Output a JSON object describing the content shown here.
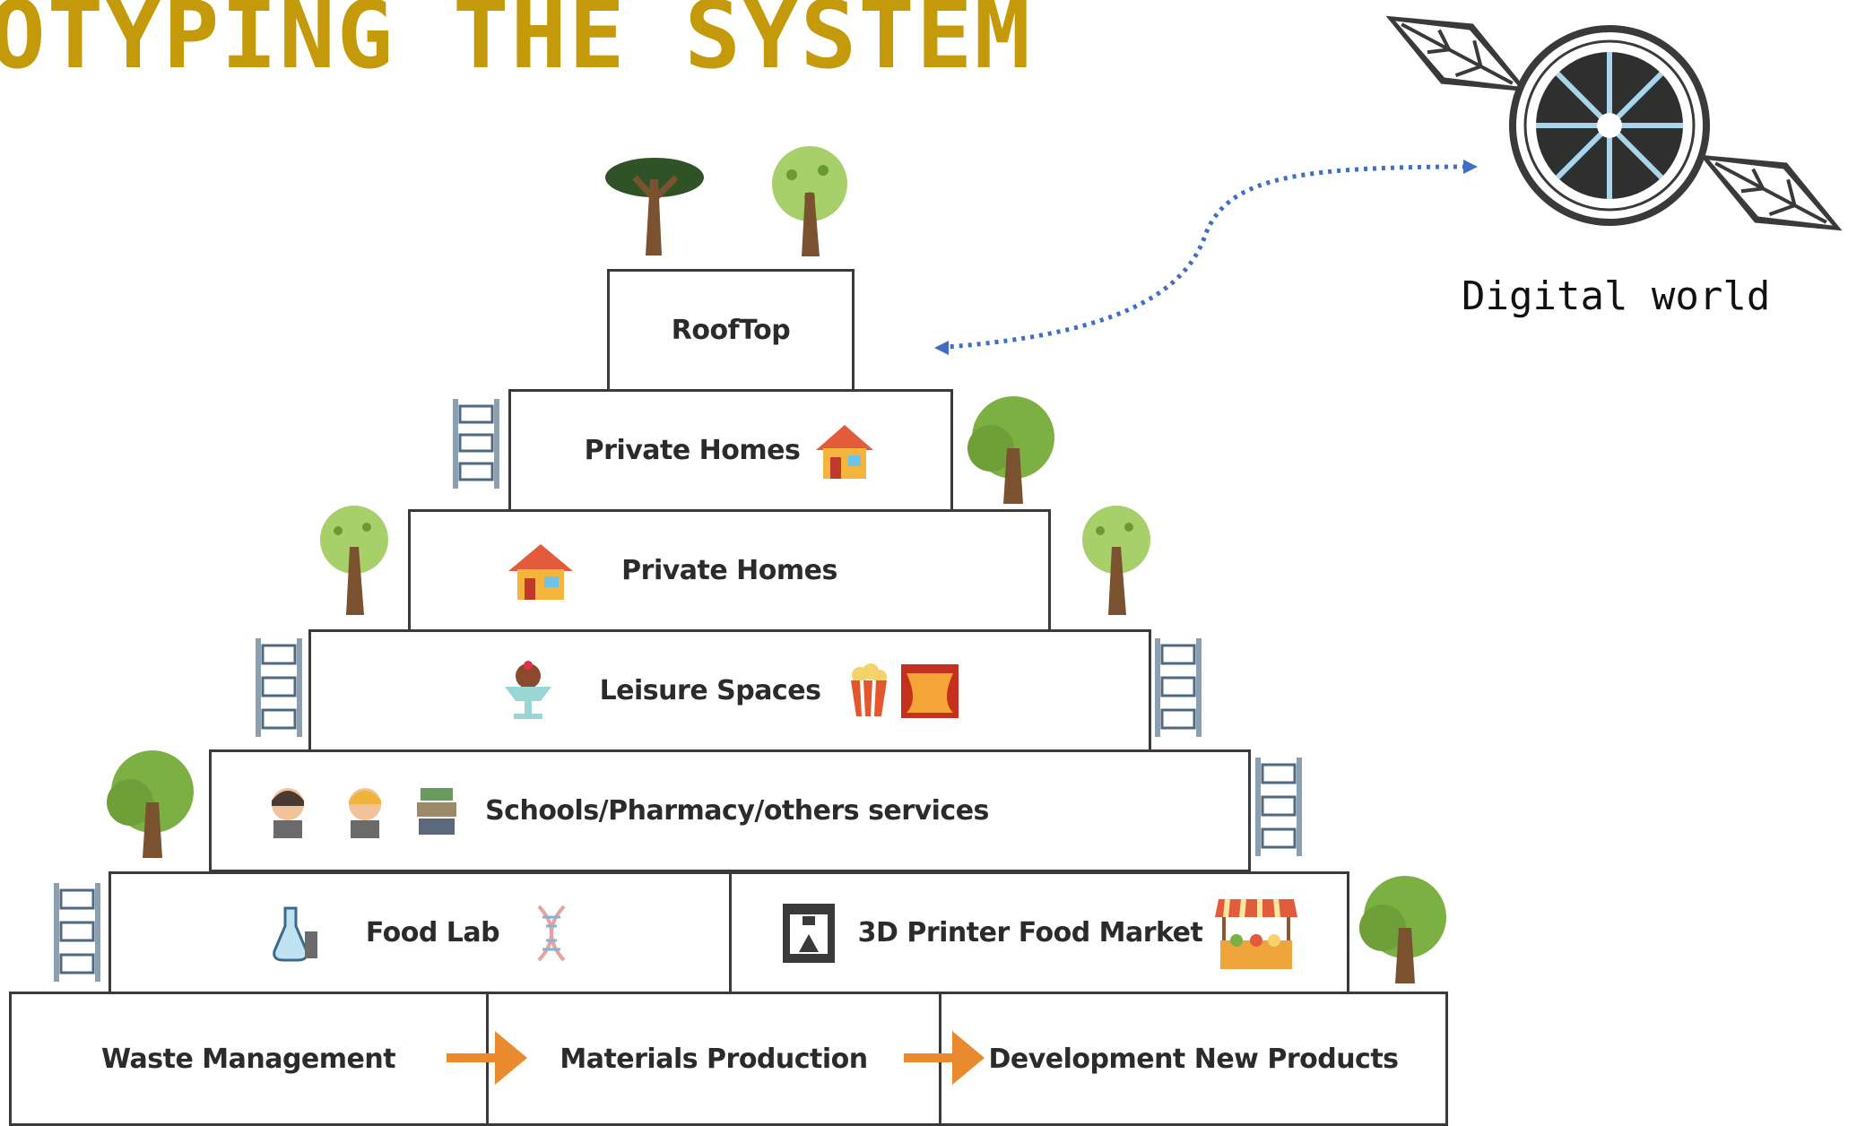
{
  "title": "OTYPING THE SYSTEM",
  "digital_world_label": "Digital world",
  "tiers": {
    "rooftop": "RoofTop",
    "private_homes_upper": "Private Homes",
    "private_homes_lower": "Private Homes",
    "leisure": "Leisure Spaces",
    "services": "Schools/Pharmacy/others services",
    "food_lab": "Food Lab",
    "printer_market": "3D Printer Food Market",
    "waste": "Waste Management",
    "materials": "Materials Production",
    "development": "Development New Products"
  },
  "colors": {
    "title": "#c49a0a",
    "arrow_orange": "#e98a2e",
    "connector_blue": "#3f6fc4",
    "tree_green": "#7db043",
    "trunk_brown": "#7a5230"
  },
  "icons": [
    "tree-icon",
    "house-icon",
    "ice-cream-icon",
    "popcorn-icon",
    "theater-icon",
    "student-icon",
    "books-icon",
    "flask-icon",
    "dna-icon",
    "3d-printer-icon",
    "market-stall-icon",
    "shelf-icon",
    "drone-icon",
    "arrow-right-icon"
  ]
}
